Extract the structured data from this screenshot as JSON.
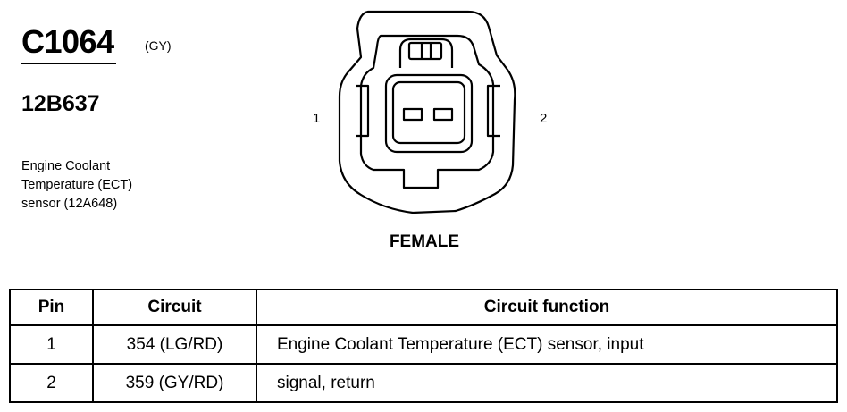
{
  "connector": {
    "id": "C1064",
    "color_code": "(GY)",
    "part_number": "12B637",
    "description_lines": [
      "Engine Coolant",
      "Temperature (ECT)",
      "sensor (12A648)"
    ],
    "gender": "FEMALE",
    "pin_labels": [
      "1",
      "2"
    ]
  },
  "table": {
    "headers": [
      "Pin",
      "Circuit",
      "Circuit function"
    ],
    "rows": [
      {
        "pin": "1",
        "circuit": "354 (LG/RD)",
        "function": "Engine Coolant Temperature (ECT) sensor, input"
      },
      {
        "pin": "2",
        "circuit": "359 (GY/RD)",
        "function": "signal, return"
      }
    ]
  }
}
